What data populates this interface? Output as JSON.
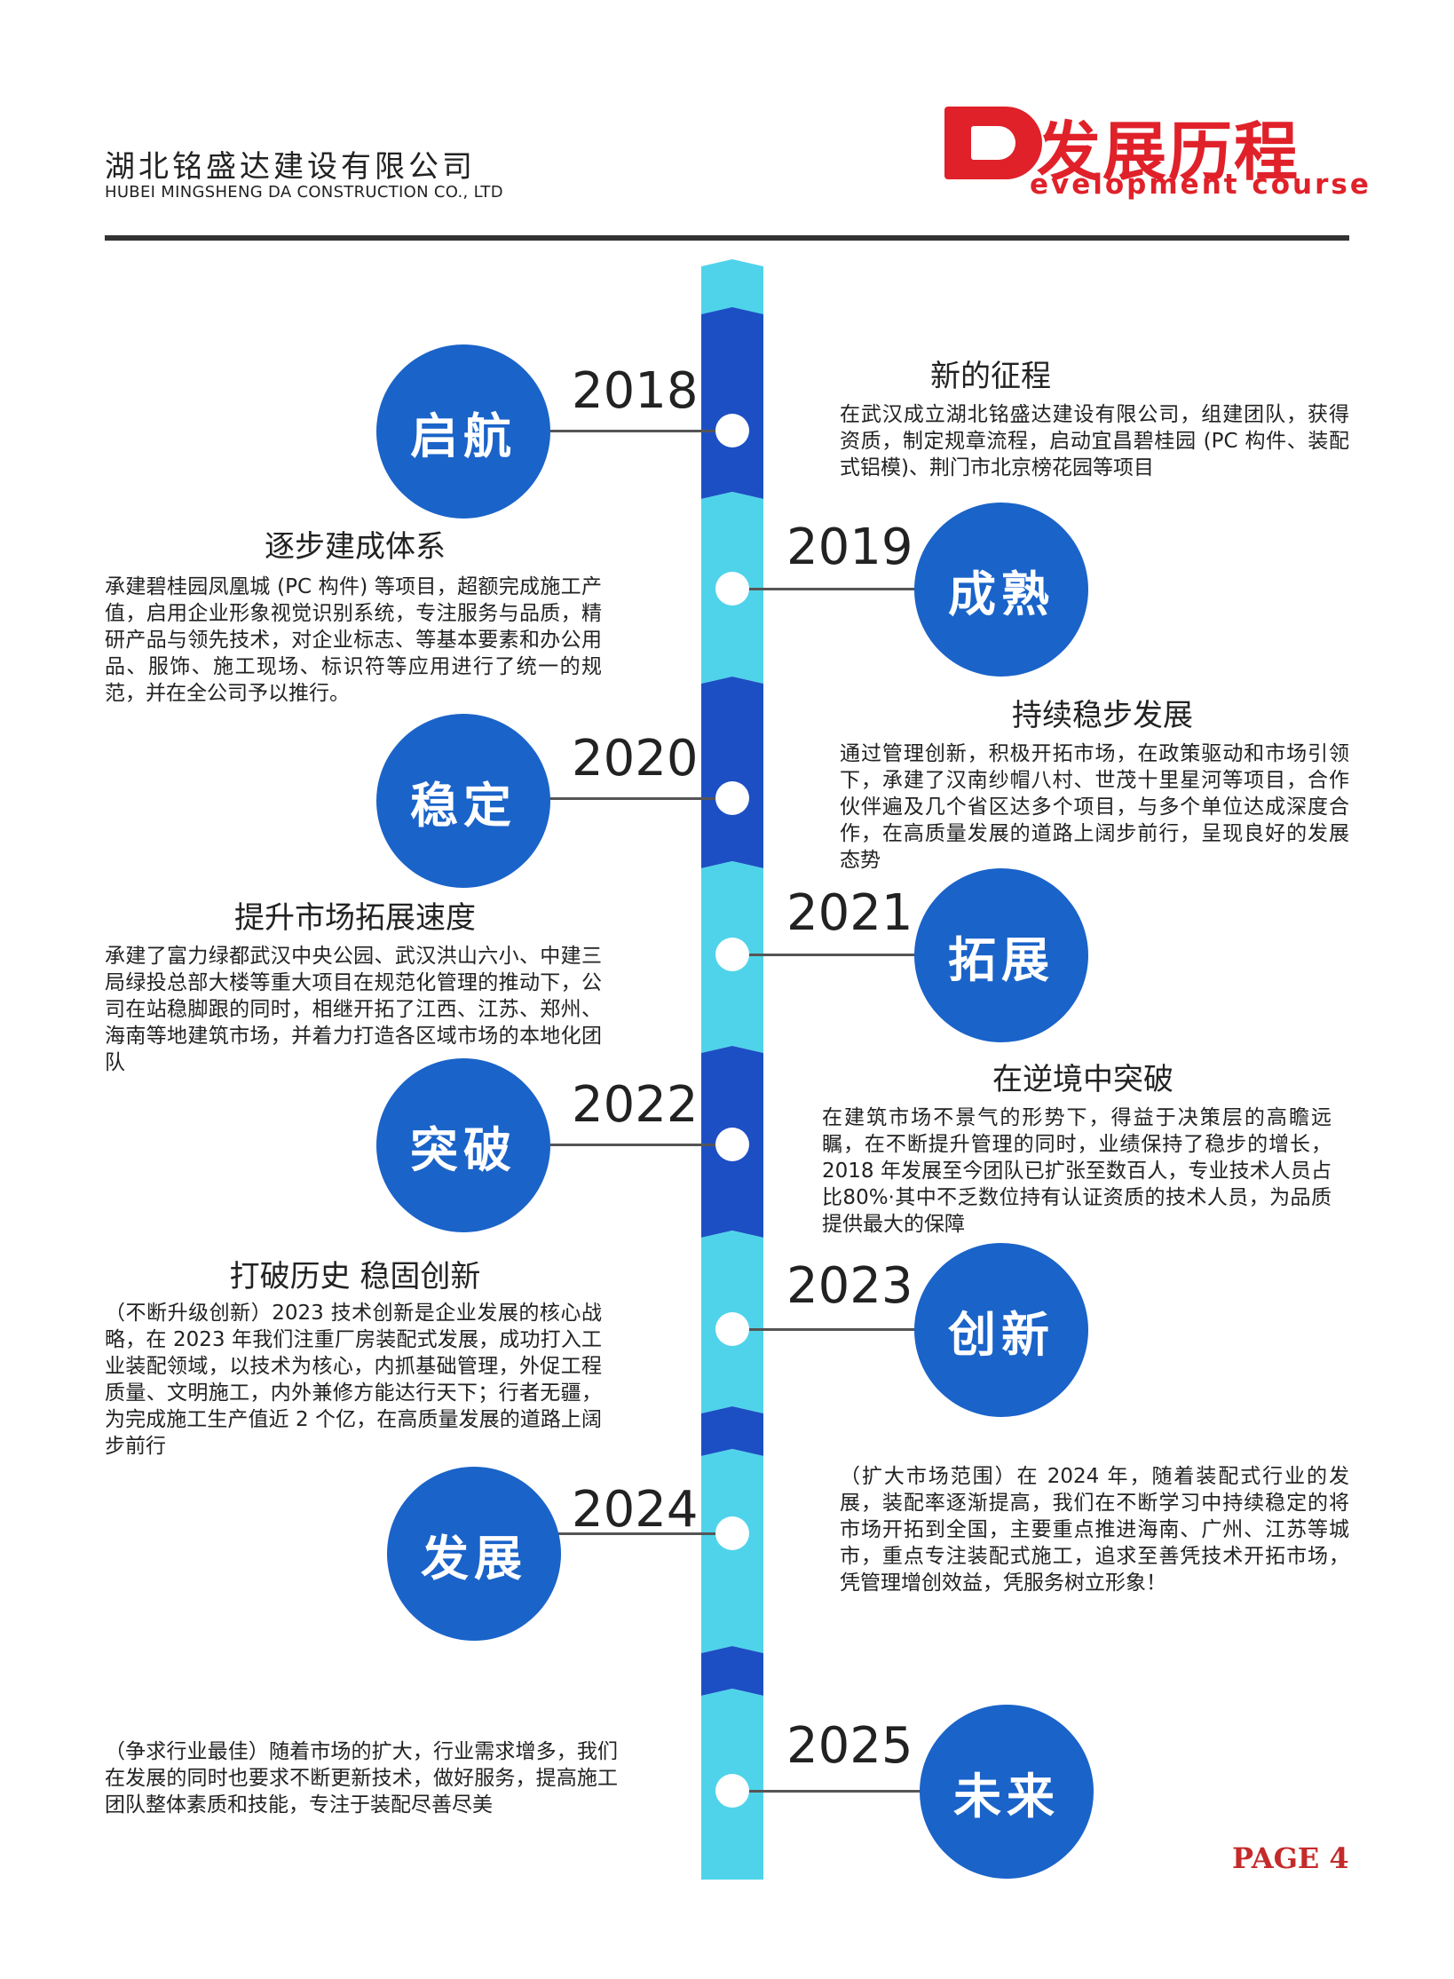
{
  "header": {
    "company_cn": "湖北铭盛达建设有限公司",
    "company_en": "HUBEI MINGSHENG DA CONSTRUCTION CO., LTD",
    "logo_title": "发展历程",
    "logo_subtitle": "evelopment course"
  },
  "colors": {
    "brand_blue": "#1a63c9",
    "spine_light": "#4fd3ea",
    "spine_dark": "#1d4fc4",
    "accent_red": "#e0212a"
  },
  "timeline": [
    {
      "year": "2018",
      "badge": "启航",
      "heading": "新的征程",
      "text": "在武汉成立湖北铭盛达建设有限公司，组建团队，获得资质，制定规章流程，启动宜昌碧桂园 (PC 构件、装配式铝模)、荆门市北京榜花园等项目"
    },
    {
      "year": "2019",
      "badge": "成熟",
      "heading": "逐步建成体系",
      "text": "承建碧桂园凤凰城 (PC 构件) 等项目，超额完成施工产值，启用企业形象视觉识别系统，专注服务与品质，精研产品与领先技术，对企业标志、等基本要素和办公用品、服饰、施工现场、标识符等应用进行了统一的规范，并在全公司予以推行。"
    },
    {
      "year": "2020",
      "badge": "稳定",
      "heading": "持续稳步发展",
      "text": "通过管理创新，积极开拓市场，在政策驱动和市场引领下，承建了汉南纱帽八村、世茂十里星河等项目，合作伙伴遍及几个省区达多个项目，与多个单位达成深度合作，在高质量发展的道路上阔步前行，呈现良好的发展态势"
    },
    {
      "year": "2021",
      "badge": "拓展",
      "heading": "提升市场拓展速度",
      "text": "承建了富力绿都武汉中央公园、武汉洪山六小、中建三局绿投总部大楼等重大项目在规范化管理的推动下，公司在站稳脚跟的同时，相继开拓了江西、江苏、郑州、海南等地建筑市场，并着力打造各区域市场的本地化团队"
    },
    {
      "year": "2022",
      "badge": "突破",
      "heading": "在逆境中突破",
      "text": "在建筑市场不景气的形势下，得益于决策层的高瞻远瞩，在不断提升管理的同时，业绩保持了稳步的增长，2018 年发展至今团队已扩张至数百人，专业技术人员占比80%·其中不乏数位持有认证资质的技术人员，为品质提供最大的保障"
    },
    {
      "year": "2023",
      "badge": "创新",
      "heading": "打破历史 稳固创新",
      "text": "（不断升级创新）2023 技术创新是企业发展的核心战略，在 2023 年我们注重厂房装配式发展，成功打入工业装配领域，以技术为核心，内抓基础管理，外促工程质量、文明施工，内外兼修方能达行天下；行者无疆，为完成施工生产值近 2 个亿，在高质量发展的道路上阔步前行"
    },
    {
      "year": "2024",
      "badge": "发展",
      "heading": "",
      "text": "（扩大市场范围）在 2024 年，随着装配式行业的发展，装配率逐渐提高，我们在不断学习中持续稳定的将市场开拓到全国，主要重点推进海南、广州、江苏等城市，重点专注装配式施工，追求至善凭技术开拓市场，凭管理增创效益，凭服务树立形象！"
    },
    {
      "year": "2025",
      "badge": "未来",
      "heading": "",
      "text": "（争求行业最佳）随着市场的扩大，行业需求增多，我们在发展的同时也要求不断更新技术，做好服务，提高施工团队整体素质和技能，专注于装配尽善尽美"
    }
  ],
  "footer": {
    "page": "PAGE 4"
  }
}
